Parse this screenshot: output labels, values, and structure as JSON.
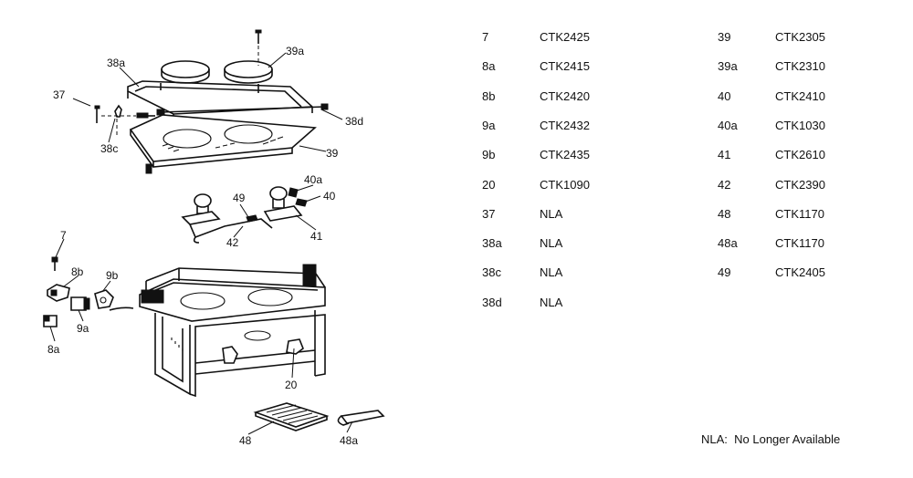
{
  "callouts": [
    "7",
    "8a",
    "8b",
    "9a",
    "9b",
    "20",
    "37",
    "38a",
    "38c",
    "38d",
    "39",
    "39a",
    "40",
    "40a",
    "41",
    "42",
    "48",
    "48a",
    "49"
  ],
  "parts_list": {
    "column1": [
      {
        "part": "7",
        "code": "CTK2425"
      },
      {
        "part": "8a",
        "code": "CTK2415"
      },
      {
        "part": "8b",
        "code": "CTK2420"
      },
      {
        "part": "9a",
        "code": "CTK2432"
      },
      {
        "part": "9b",
        "code": "CTK2435"
      },
      {
        "part": "20",
        "code": "CTK1090"
      },
      {
        "part": "37",
        "code": "NLA"
      },
      {
        "part": "38a",
        "code": "NLA"
      },
      {
        "part": "38c",
        "code": "NLA"
      },
      {
        "part": "38d",
        "code": "NLA"
      }
    ],
    "column2": [
      {
        "part": "39",
        "code": "CTK2305"
      },
      {
        "part": "39a",
        "code": "CTK2310"
      },
      {
        "part": "40",
        "code": "CTK2410"
      },
      {
        "part": "40a",
        "code": "CTK1030"
      },
      {
        "part": "41",
        "code": "CTK2610"
      },
      {
        "part": "42",
        "code": "CTK2390"
      },
      {
        "part": "48",
        "code": "CTK1170"
      },
      {
        "part": "48a",
        "code": "CTK1170"
      },
      {
        "part": "49",
        "code": "CTK2405"
      }
    ]
  },
  "legend": "NLA:  No Longer Available"
}
